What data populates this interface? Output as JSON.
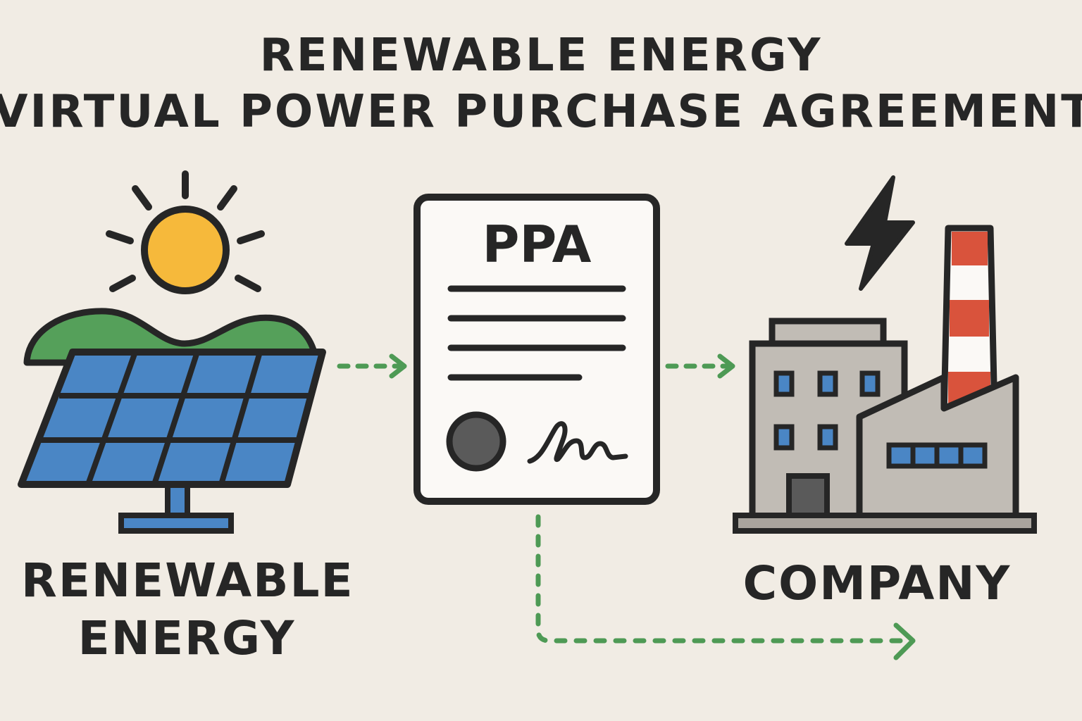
{
  "title": {
    "line1": "RENEWABLE ENERGY",
    "line2": "VIRTUAL POWER PURCHASE AGREEMENT"
  },
  "nodes": {
    "source": {
      "label_line1": "RENEWABLE",
      "label_line2": "ENERGY",
      "icon": "solar-panel-icon"
    },
    "contract": {
      "label": "PPA",
      "icon": "contract-document-icon"
    },
    "buyer": {
      "label": "COMPANY",
      "icon": "factory-icon"
    }
  },
  "colors": {
    "background": "#f1ece4",
    "outline": "#262626",
    "sun": "#f6b93b",
    "hill": "#55a05a",
    "panel": "#4a86c5",
    "arrow": "#4e9a55",
    "building": "#c1bcb5",
    "chimney_red": "#d9533c",
    "seal": "#5a5a5a"
  }
}
